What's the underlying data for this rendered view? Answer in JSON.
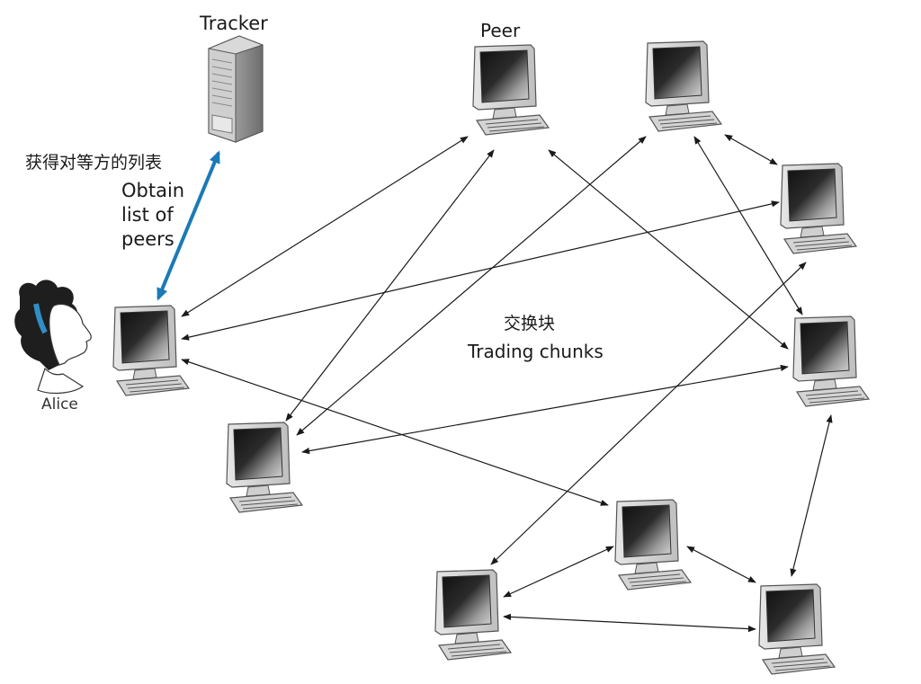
{
  "diagram": {
    "labels": {
      "tracker": "Tracker",
      "peer": "Peer",
      "obtain_list_cn": "获得对等方的列表",
      "obtain_list_en": "Obtain\nlist of\npeers",
      "trading_cn": "交换块",
      "trading_en": "Trading chunks",
      "alice": "Alice"
    },
    "colors": {
      "tracker_arrow": "#1a7ab5",
      "peer_arrow": "#1a1a1a",
      "monitor_body": "#d8d8d8",
      "screen_dark": "#1e1e1e",
      "screen_light": "#bdbdbd",
      "tracker_body": "#cfcfcf"
    },
    "icons": {
      "tracker": "server-tower-icon",
      "peer": "desktop-computer-icon",
      "alice": "woman-head-icon"
    }
  }
}
